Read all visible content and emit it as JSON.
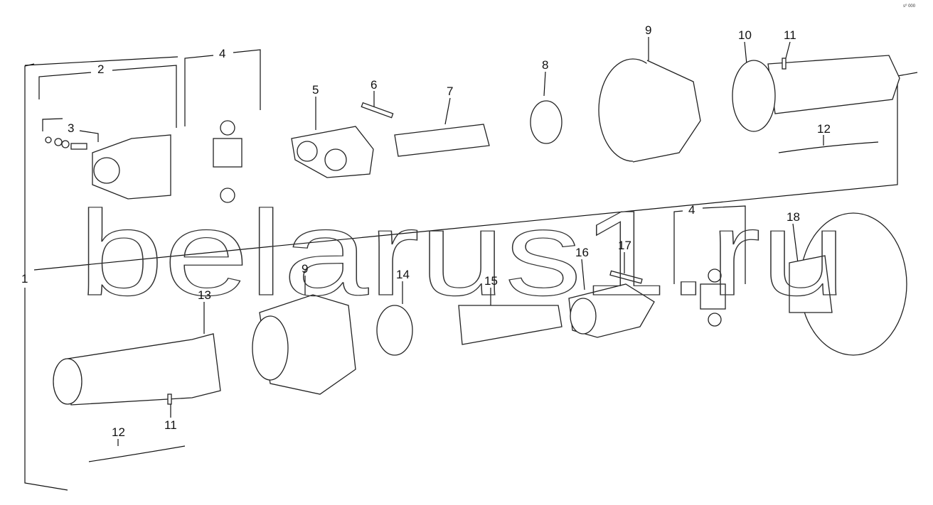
{
  "watermark": "belarus1.ru",
  "corner_code": "s⁰ 000",
  "callouts": {
    "c1": "1",
    "c2": "2",
    "c3": "3",
    "c4a": "4",
    "c5": "5",
    "c6": "6",
    "c7": "7",
    "c8": "8",
    "c9a": "9",
    "c10": "10",
    "c11a": "11",
    "c12a": "12",
    "c13": "13",
    "c9b": "9",
    "c14": "14",
    "c15": "15",
    "c16": "16",
    "c17": "17",
    "c4b": "4",
    "c18": "18",
    "c11b": "11",
    "c12b": "12"
  }
}
